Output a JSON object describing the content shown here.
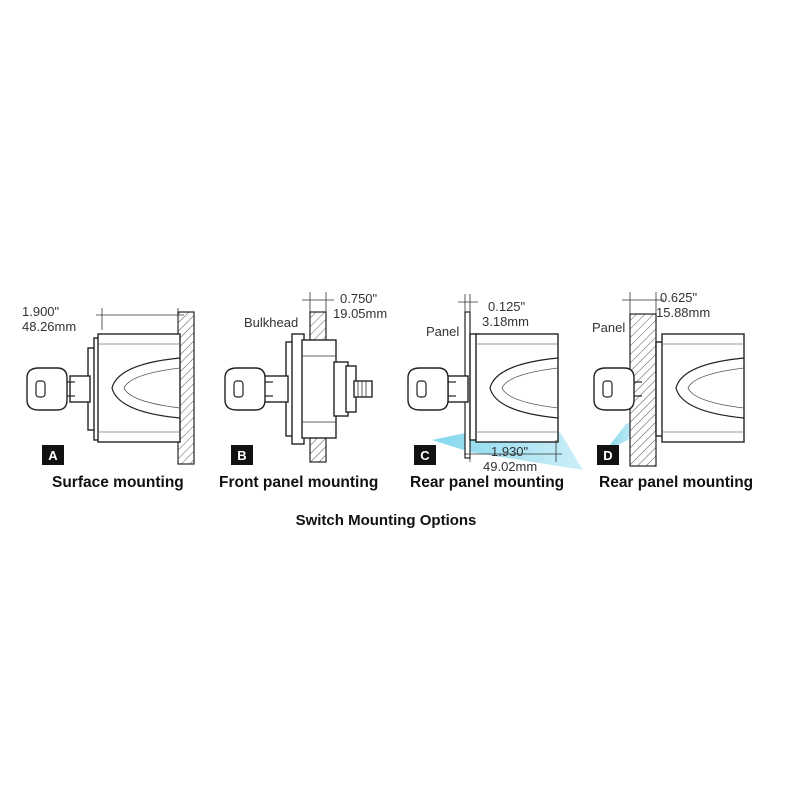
{
  "title": "Switch Mounting Options",
  "colors": {
    "line": "#222222",
    "badge": "#111111",
    "highlight": "#6fd0ea"
  },
  "panels": {
    "a": {
      "badge": "A",
      "caption": "Surface mounting",
      "dim_in": "1.900\"",
      "dim_mm": "48.26mm"
    },
    "b": {
      "badge": "B",
      "caption": "Front panel mounting",
      "label": "Bulkhead",
      "dim_in": "0.750\"",
      "dim_mm": "19.05mm"
    },
    "c": {
      "badge": "C",
      "caption": "Rear panel mounting",
      "label": "Panel",
      "dim_in": "0.125\"",
      "dim_mm": "3.18mm",
      "dim2_in": "1.930\"",
      "dim2_mm": "49.02mm"
    },
    "d": {
      "badge": "D",
      "caption": "Rear panel mounting",
      "label": "Panel",
      "dim_in": "0.625\"",
      "dim_mm": "15.88mm"
    }
  }
}
